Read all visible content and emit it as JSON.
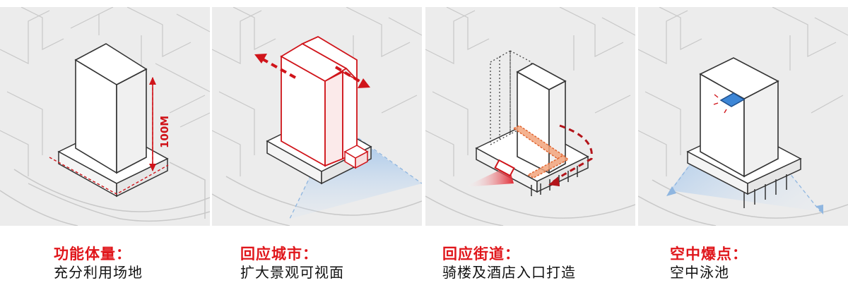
{
  "colors": {
    "accent_red": "#d0141a",
    "caption_red": "#e0161b",
    "panel_background": "#ececec",
    "building_fill": "#ffffff",
    "ghost_line": "#c8c8c8",
    "view_blue": "#8fb6e0"
  },
  "panels": [
    {
      "title": "功能体量：",
      "subtitle": "充分利用场地",
      "height_label": "100M"
    },
    {
      "title": "回应城市：",
      "subtitle": "扩大景观可视面"
    },
    {
      "title": "回应街道：",
      "subtitle": "骑楼及酒店入口打造"
    },
    {
      "title": "空中爆点：",
      "subtitle": "空中泳池"
    }
  ]
}
